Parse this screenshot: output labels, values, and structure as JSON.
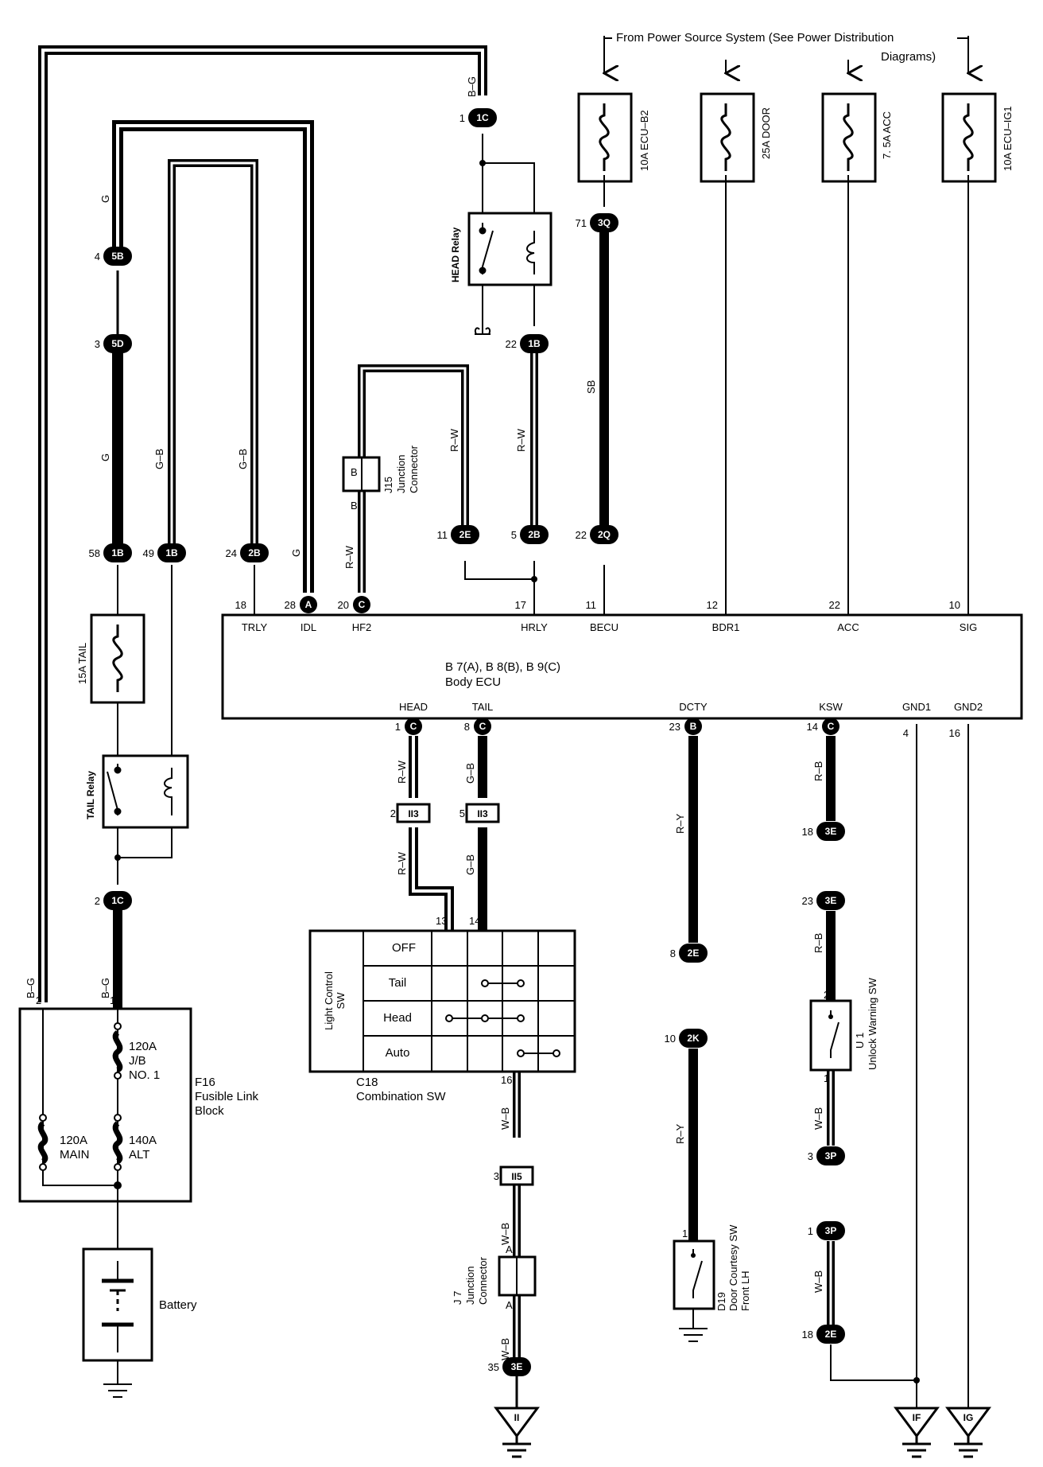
{
  "power_source": {
    "line1": "From Power Source System (See Power Distribution",
    "line2": "Diagrams)"
  },
  "fuses": {
    "ecu_b2": "10A ECU–B2",
    "door": "25A DOOR",
    "acc": "7. 5A ACC",
    "ecu_ig1": "10A ECU–IG1",
    "tail": "15A TAIL"
  },
  "relays": {
    "head": "HEAD Relay",
    "tail": "TAIL Relay"
  },
  "body_ecu": {
    "name_line1": "B 7(A), B 8(B), B 9(C)",
    "name_line2": "Body ECU",
    "top_terminals": [
      {
        "name": "TRLY",
        "pin": "18"
      },
      {
        "name": "IDL",
        "pin": "28",
        "conn": "A"
      },
      {
        "name": "HF2",
        "pin": "20",
        "conn": "C"
      },
      {
        "name": "HRLY",
        "pin": "17"
      },
      {
        "name": "BECU",
        "pin": "11"
      },
      {
        "name": "BDR1",
        "pin": "12"
      },
      {
        "name": "ACC",
        "pin": "22"
      },
      {
        "name": "SIG",
        "pin": "10"
      }
    ],
    "bottom_terminals": [
      {
        "name": "HEAD",
        "pin": "1",
        "conn": "C"
      },
      {
        "name": "TAIL",
        "pin": "8",
        "conn": "C"
      },
      {
        "name": "DCTY",
        "pin": "23",
        "conn": "B"
      },
      {
        "name": "KSW",
        "pin": "14",
        "conn": "C"
      },
      {
        "name": "GND1",
        "pin": "4"
      },
      {
        "name": "GND2",
        "pin": "16"
      }
    ]
  },
  "wire_colors": {
    "bg": "B–G",
    "g": "G",
    "gb": "G–B",
    "rw": "R–W",
    "sb": "SB",
    "ry": "R–Y",
    "rb": "R–B",
    "wb": "W–B"
  },
  "connectors": {
    "c1c_top": "1C",
    "c5b": "5B",
    "c5d": "5D",
    "c1b_58": "1B",
    "c1b_49": "1B",
    "c2b_24": "2B",
    "c1b_22": "1B",
    "c3q": "3Q",
    "c2e_11": "2E",
    "c2b_5": "2B",
    "c2q": "2Q",
    "c1c_bottom": "1C",
    "c3e_18": "3E",
    "c3e_23": "3E",
    "c2e_8": "2E",
    "c2k": "2K",
    "c3p_3": "3P",
    "c3p_1": "3P",
    "c2e_18": "2E",
    "c3e_35": "3E",
    "ii3_a": "II3",
    "ii3_b": "II3",
    "ii5": "II5"
  },
  "pins": {
    "p1c_top": "1",
    "p5b": "4",
    "p5d": "3",
    "p58": "58",
    "p49": "49",
    "p24": "24",
    "p22_1b": "22",
    "p71": "71",
    "p11_2e": "11",
    "p5_2b": "5",
    "p22_2q": "22",
    "p2_1c": "2",
    "p2_ii3": "2",
    "p5_ii3": "5",
    "p13": "13",
    "p14": "14",
    "p16": "16",
    "p3_ii5": "3",
    "p35": "35",
    "p18_3e": "18",
    "p23_3e": "23",
    "p8_2e": "8",
    "p10_2k": "10",
    "p2_u1": "2",
    "p1_u1": "1",
    "p3_3p": "3",
    "p1_3p": "1",
    "p18_2e": "18",
    "p1_d19": "1",
    "p2_f16": "2",
    "p1_f16": "1",
    "jA1": "A",
    "jA2": "A",
    "jB1": "B",
    "jB2": "B"
  },
  "junction": {
    "j15_line1": "J15",
    "j15_line2": "Junction",
    "j15_line3": "Connector",
    "j7_line1": "J 7",
    "j7_line2": "Junction",
    "j7_line3": "Connector"
  },
  "combination_sw": {
    "name1": "C18",
    "name2": "Combination SW",
    "label1": "Light Control",
    "label2": "SW",
    "rows": [
      "OFF",
      "Tail",
      "Head",
      "Auto"
    ]
  },
  "fusible_link": {
    "f16": "F16",
    "name1": "Fusible Link",
    "name2": "Block",
    "jb1": "120A",
    "jb2": "J/B",
    "jb3": "NO. 1",
    "main1": "120A",
    "main2": "MAIN",
    "alt1": "140A",
    "alt2": "ALT"
  },
  "battery": "Battery",
  "unlock_sw": {
    "line1": "U 1",
    "line2": "Unlock Warning SW"
  },
  "door_sw": {
    "line1": "D19",
    "line2": "Door Courtesy SW",
    "line3": "Front LH"
  },
  "grounds": {
    "ii": "II",
    "if": "IF",
    "ig": "IG"
  }
}
